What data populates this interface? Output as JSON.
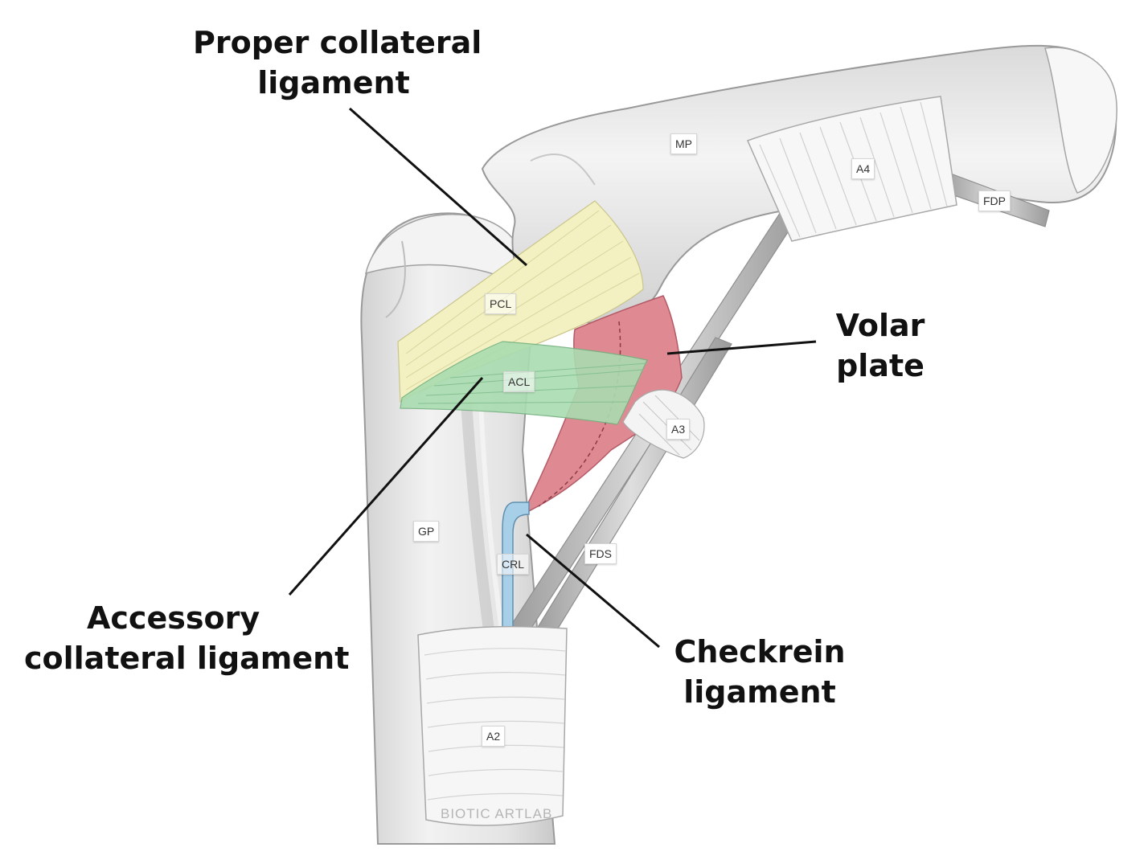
{
  "labels": {
    "proper_collateral": [
      "Proper collateral",
      "ligament"
    ],
    "volar_plate": [
      "Volar",
      "plate"
    ],
    "accessory_collateral": [
      "Accessory",
      "collateral ligament"
    ],
    "checkrein": [
      "Checkrein",
      "ligament"
    ]
  },
  "tags": {
    "mp": "MP",
    "a4": "A4",
    "fdp": "FDP",
    "pcl": "PCL",
    "acl": "ACL",
    "a3": "A3",
    "gp": "GP",
    "crl": "CRL",
    "fds": "FDS",
    "a2": "A2"
  },
  "watermark": "BIOTIC ARTLAB",
  "colors": {
    "bone": "#ececec",
    "bone_outline": "#8f8f8f",
    "pulley": "#f6f6f6",
    "tendon": "#bdbdbd",
    "pcl": "#f3f1c2",
    "acl": "#a9dcb0",
    "volar_plate": "#df8a93",
    "crl": "#a8cfe8",
    "leader_line": "#111111"
  }
}
